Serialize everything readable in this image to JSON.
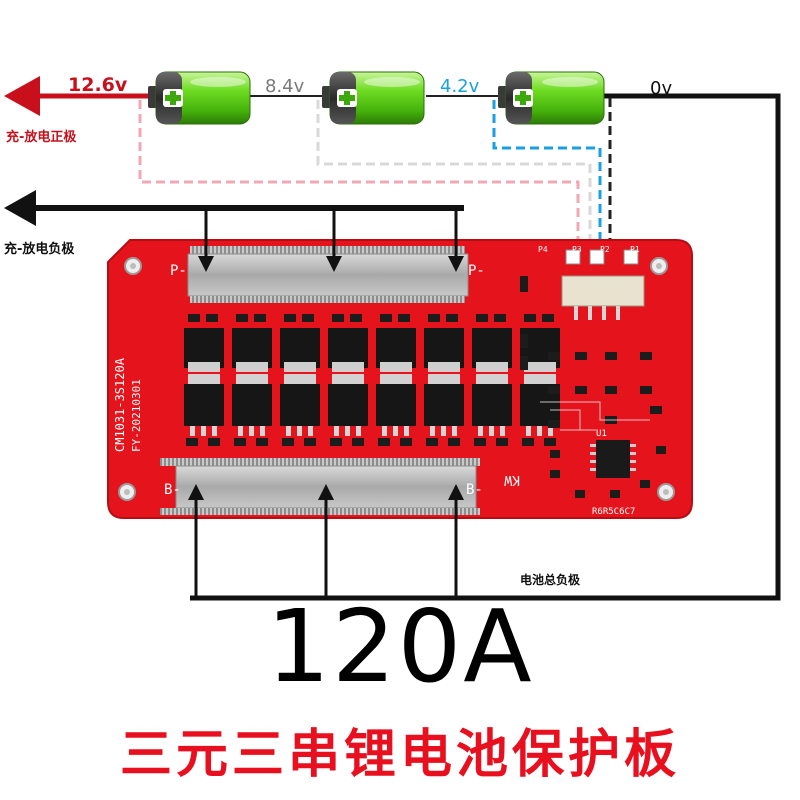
{
  "voltages": {
    "v1": "12.6v",
    "v2": "8.4v",
    "v3": "4.2v",
    "v4": "0v"
  },
  "wires": {
    "positive_label": "充-放电正极",
    "negative_label": "充-放电负极",
    "battery_total_negative": "电池总负极"
  },
  "board": {
    "model": "CM1031-3S120A",
    "date_code": "FY-20210301",
    "brand": "KW",
    "pad_p_left": "P-",
    "pad_p_right": "P-",
    "pad_b_left": "B-",
    "pad_b_right": "B-",
    "ports": [
      "P4",
      "P3",
      "P2",
      "P1"
    ],
    "chip_label": "U1",
    "resistor_label": "R6R5C6C7"
  },
  "current_rating": "120A",
  "title": "三元三串锂电池保护板",
  "colors": {
    "red_wire": "#c8101c",
    "pink_dash": "#f0a8b4",
    "gray_dash": "#d8d8d8",
    "blue_dash": "#1a9fe0",
    "black_dash": "#222222",
    "pcb": "#e5141c",
    "battery_green": "#5cd11c",
    "title_red": "#e8101e"
  },
  "icons": [
    "battery-icon",
    "arrow-left-icon",
    "mosfet-icon"
  ]
}
